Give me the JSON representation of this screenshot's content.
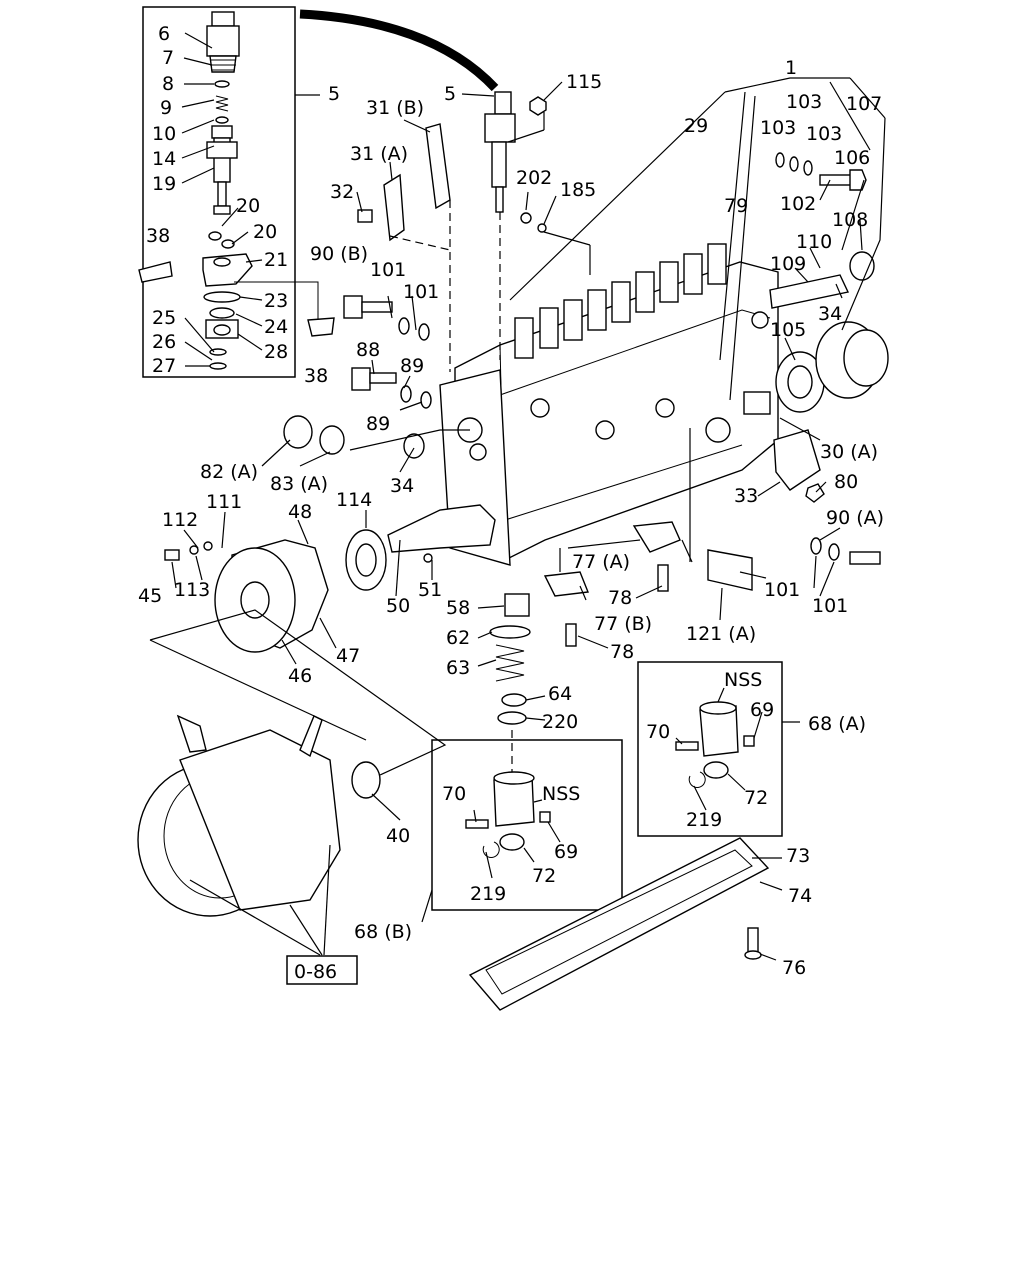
{
  "callouts": [
    {
      "id": "c6",
      "text": "6"
    },
    {
      "id": "c7",
      "text": "7"
    },
    {
      "id": "c8",
      "text": "8"
    },
    {
      "id": "c9",
      "text": "9"
    },
    {
      "id": "c10",
      "text": "10"
    },
    {
      "id": "c14",
      "text": "14"
    },
    {
      "id": "c19",
      "text": "19"
    },
    {
      "id": "c20a",
      "text": "20"
    },
    {
      "id": "c20b",
      "text": "20"
    },
    {
      "id": "c21",
      "text": "21"
    },
    {
      "id": "c23",
      "text": "23"
    },
    {
      "id": "c24",
      "text": "24"
    },
    {
      "id": "c25",
      "text": "25"
    },
    {
      "id": "c26",
      "text": "26"
    },
    {
      "id": "c27",
      "text": "27"
    },
    {
      "id": "c28",
      "text": "28"
    },
    {
      "id": "c38a",
      "text": "38"
    },
    {
      "id": "c38b",
      "text": "38"
    },
    {
      "id": "c5a",
      "text": "5"
    },
    {
      "id": "c5b",
      "text": "5"
    },
    {
      "id": "c115",
      "text": "115"
    },
    {
      "id": "c31b",
      "text": "31 (B)"
    },
    {
      "id": "c31a",
      "text": "31 (A)"
    },
    {
      "id": "c32",
      "text": "32"
    },
    {
      "id": "c202",
      "text": "202"
    },
    {
      "id": "c185",
      "text": "185"
    },
    {
      "id": "c1",
      "text": "1"
    },
    {
      "id": "c29",
      "text": "29"
    },
    {
      "id": "c103a",
      "text": "103"
    },
    {
      "id": "c103b",
      "text": "103"
    },
    {
      "id": "c103c",
      "text": "103"
    },
    {
      "id": "c107",
      "text": "107"
    },
    {
      "id": "c106",
      "text": "106"
    },
    {
      "id": "c102",
      "text": "102"
    },
    {
      "id": "c79",
      "text": "79"
    },
    {
      "id": "c108",
      "text": "108"
    },
    {
      "id": "c110",
      "text": "110"
    },
    {
      "id": "c109",
      "text": "109"
    },
    {
      "id": "c34a",
      "text": "34"
    },
    {
      "id": "c90b",
      "text": "90 (B)"
    },
    {
      "id": "c101a",
      "text": "101"
    },
    {
      "id": "c101b",
      "text": "101"
    },
    {
      "id": "c88",
      "text": "88"
    },
    {
      "id": "c89a",
      "text": "89"
    },
    {
      "id": "c89b",
      "text": "89"
    },
    {
      "id": "c105",
      "text": "105"
    },
    {
      "id": "c30a",
      "text": "30 (A)"
    },
    {
      "id": "c80",
      "text": "80"
    },
    {
      "id": "c33",
      "text": "33"
    },
    {
      "id": "c82a",
      "text": "82 (A)"
    },
    {
      "id": "c83a",
      "text": "83 (A)"
    },
    {
      "id": "c34b",
      "text": "34"
    },
    {
      "id": "c90a",
      "text": "90 (A)"
    },
    {
      "id": "c112",
      "text": "112"
    },
    {
      "id": "c111",
      "text": "111"
    },
    {
      "id": "c48",
      "text": "48"
    },
    {
      "id": "c114",
      "text": "114"
    },
    {
      "id": "c45",
      "text": "45"
    },
    {
      "id": "c113",
      "text": "113"
    },
    {
      "id": "c50",
      "text": "50"
    },
    {
      "id": "c51",
      "text": "51"
    },
    {
      "id": "c77a",
      "text": "77 (A)"
    },
    {
      "id": "c78a",
      "text": "78"
    },
    {
      "id": "c77b",
      "text": "77 (B)"
    },
    {
      "id": "c78b",
      "text": "78"
    },
    {
      "id": "c101c",
      "text": "101"
    },
    {
      "id": "c101d",
      "text": "101"
    },
    {
      "id": "c121a",
      "text": "121 (A)"
    },
    {
      "id": "c58",
      "text": "58"
    },
    {
      "id": "c62",
      "text": "62"
    },
    {
      "id": "c63",
      "text": "63"
    },
    {
      "id": "c47",
      "text": "47"
    },
    {
      "id": "c46",
      "text": "46"
    },
    {
      "id": "c64",
      "text": "64"
    },
    {
      "id": "c220",
      "text": "220"
    },
    {
      "id": "cnss1",
      "text": "NSS"
    },
    {
      "id": "c69a",
      "text": "69"
    },
    {
      "id": "c70a",
      "text": "70"
    },
    {
      "id": "c68a",
      "text": "68 (A)"
    },
    {
      "id": "c72a",
      "text": "72"
    },
    {
      "id": "c219a",
      "text": "219"
    },
    {
      "id": "c40",
      "text": "40"
    },
    {
      "id": "c70b",
      "text": "70"
    },
    {
      "id": "cnss2",
      "text": "NSS"
    },
    {
      "id": "c69b",
      "text": "69"
    },
    {
      "id": "c72b",
      "text": "72"
    },
    {
      "id": "c219b",
      "text": "219"
    },
    {
      "id": "c73",
      "text": "73"
    },
    {
      "id": "c74",
      "text": "74"
    },
    {
      "id": "c68b",
      "text": "68 (B)"
    },
    {
      "id": "c76",
      "text": "76"
    },
    {
      "id": "c086",
      "text": "0-86"
    }
  ]
}
